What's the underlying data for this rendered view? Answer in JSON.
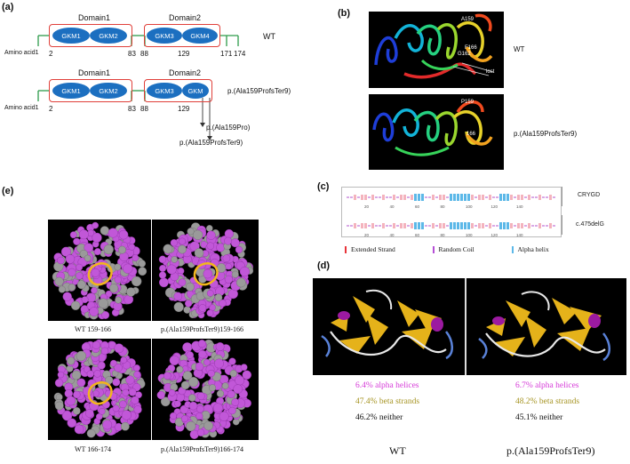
{
  "panel_a": {
    "label": "(a)",
    "wt": {
      "domain1": "Domain1",
      "domain2": "Domain2",
      "gkm": [
        "GKM1",
        "GKM2",
        "GKM3",
        "GKM4"
      ],
      "amino": "Amino acid1",
      "positions": [
        "2",
        "83",
        "88",
        "129",
        "171",
        "174"
      ],
      "tag": "WT"
    },
    "mut": {
      "domain1": "Domain1",
      "domain2": "Domain2",
      "gkm": [
        "GKM1",
        "GKM2",
        "GKM3",
        "GKM"
      ],
      "amino": "Amino acid1",
      "positions": [
        "2",
        "83",
        "88",
        "129"
      ],
      "tag": "p.(Ala159ProfsTer9)",
      "arrow1": "p.(Ala159Pro)",
      "arrow2": "p.(Ala159ProfsTer9)"
    }
  },
  "panel_b": {
    "label": "(b)",
    "wt_tag": "WT",
    "mut_tag": "p.(Ala159ProfsTer9)",
    "annot_wt": [
      "A159",
      "F166",
      "G162",
      "lost"
    ],
    "annot_mut": [
      "P159",
      "166"
    ]
  },
  "panel_c": {
    "label": "(c)",
    "row1": "CRYGD",
    "row2": "c.475delG",
    "ticks": [
      "20",
      "40",
      "60",
      "80",
      "100",
      "120",
      "140"
    ],
    "legend": [
      "Extended Strand",
      "Random Coil",
      "Alpha helix"
    ],
    "colors": {
      "strand": "#e8343a",
      "coil": "#b54fd6",
      "helix": "#5cb8e8"
    }
  },
  "panel_d": {
    "label": "(d)",
    "wt": {
      "helix": "6.4% alpha helices",
      "strand": "47.4% beta strands",
      "neither": "46.2% neither",
      "name": "WT"
    },
    "mut": {
      "helix": "6.7% alpha helices",
      "strand": "48.2% beta strands",
      "neither": "45.1% neither",
      "name": "p.(Ala159ProfsTer9)"
    },
    "colors": {
      "helix": "#d63ad8",
      "strand": "#a59321",
      "neither": "#111111"
    }
  },
  "panel_e": {
    "label": "(e)",
    "captions": [
      "WT 159-166",
      "p.(Ala159ProfsTer9)159-166",
      "WT 166-174",
      "p.(Ala159ProfsTer9)166-174"
    ]
  }
}
